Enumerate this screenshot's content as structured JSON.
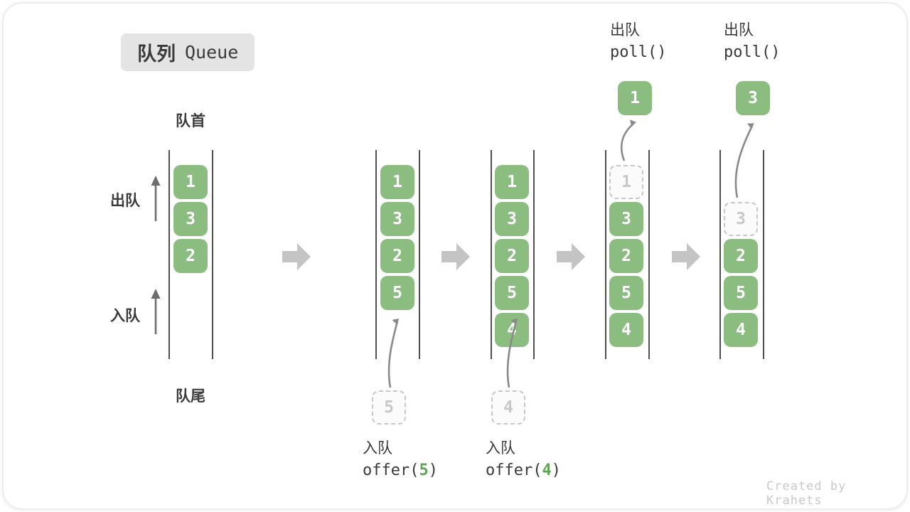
{
  "title": {
    "zh": "队列",
    "en": "Queue"
  },
  "labels": {
    "front": "队首",
    "rear": "队尾",
    "dequeue": "出队",
    "enqueue": "入队"
  },
  "credit": "Created by Krahets",
  "colors": {
    "box_green": "#8cbd80",
    "ghost_gray": "#c8c8c8",
    "flow_arrow_gray": "#c4c4c4",
    "curve_arrow_gray": "#8a8a8a",
    "text_dark": "#3a3a3a",
    "code_arg_green": "#61a356",
    "badge_bg": "#e4e4e4"
  },
  "queues": [
    {
      "cells": [
        {
          "v": "1"
        },
        {
          "v": "3"
        },
        {
          "v": "2"
        }
      ]
    },
    {
      "cells": [
        {
          "v": "1"
        },
        {
          "v": "3"
        },
        {
          "v": "2"
        },
        {
          "v": "5"
        }
      ],
      "incoming": {
        "v": "5"
      },
      "op": {
        "action": "入队",
        "fn": "offer(",
        "arg": "5",
        "close": ")"
      }
    },
    {
      "cells": [
        {
          "v": "1"
        },
        {
          "v": "3"
        },
        {
          "v": "2"
        },
        {
          "v": "5"
        },
        {
          "v": "4"
        }
      ],
      "incoming": {
        "v": "4"
      },
      "op": {
        "action": "入队",
        "fn": "offer(",
        "arg": "4",
        "close": ")"
      }
    },
    {
      "cells": [
        {
          "v": "1",
          "ghost": true
        },
        {
          "v": "3"
        },
        {
          "v": "2"
        },
        {
          "v": "5"
        },
        {
          "v": "4"
        }
      ],
      "outgoing": {
        "v": "1"
      },
      "op": {
        "action": "出队",
        "code": "poll()"
      }
    },
    {
      "cells": [
        {
          "v": "3",
          "ghost": true
        },
        {
          "v": "2"
        },
        {
          "v": "5"
        },
        {
          "v": "4"
        }
      ],
      "outgoing": {
        "v": "3"
      },
      "op": {
        "action": "出队",
        "code": "poll()"
      }
    }
  ]
}
